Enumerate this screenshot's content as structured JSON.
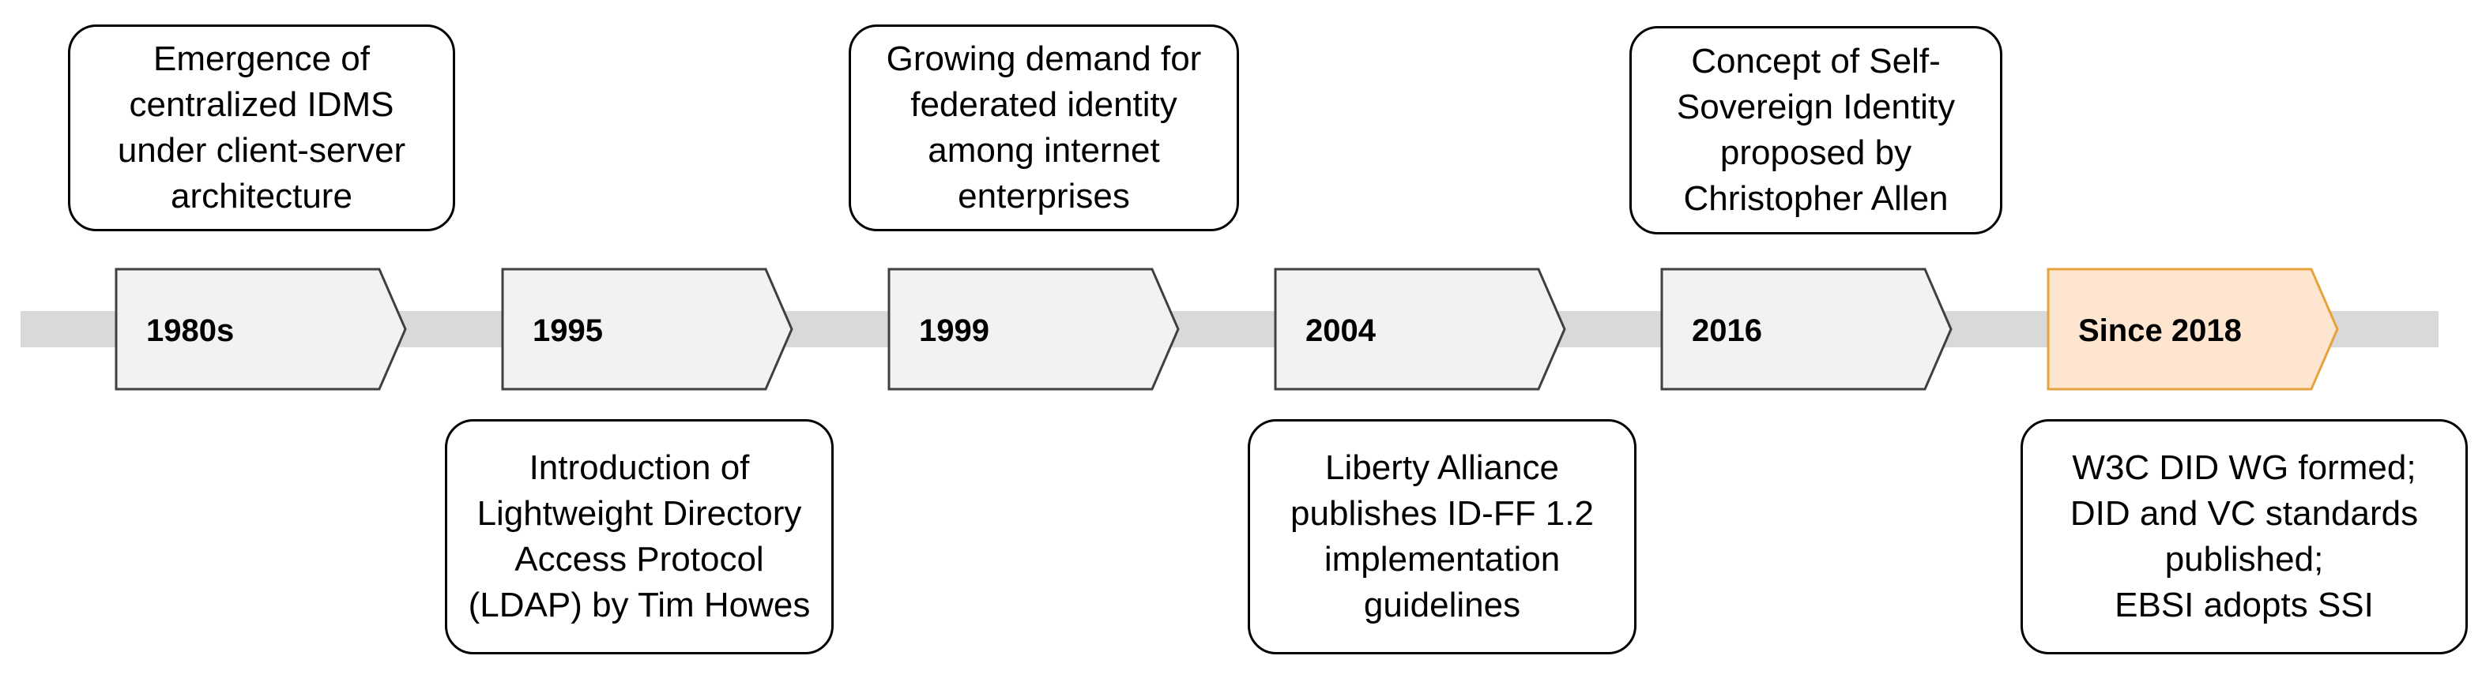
{
  "colors": {
    "track": "#d9d9d9",
    "arrow_fill": "#f2f2f2",
    "arrow_stroke": "#404040",
    "highlight_fill": "#fde5cf",
    "highlight_stroke": "#e6a23c",
    "box_stroke": "#000000"
  },
  "milestones": [
    {
      "year": "1980s",
      "note": "Emergence of\ncentralized IDMS\nunder client-server\narchitecture",
      "note_position": "above",
      "highlight": false
    },
    {
      "year": "1995",
      "note": "Introduction of\nLightweight Directory\nAccess Protocol\n(LDAP) by Tim Howes",
      "note_position": "below",
      "highlight": false
    },
    {
      "year": "1999",
      "note": "Growing demand for\nfederated identity\namong internet\nenterprises",
      "note_position": "above",
      "highlight": false
    },
    {
      "year": "2004",
      "note": "Liberty Alliance\npublishes ID-FF 1.2\nimplementation\nguidelines",
      "note_position": "below",
      "highlight": false
    },
    {
      "year": "2016",
      "note": "Concept of Self-\nSovereign Identity\nproposed by\nChristopher Allen",
      "note_position": "above",
      "highlight": false
    },
    {
      "year": "Since 2018",
      "note": "W3C DID WG formed;\nDID and VC standards\npublished;\nEBSI adopts SSI",
      "note_position": "below",
      "highlight": true
    }
  ]
}
